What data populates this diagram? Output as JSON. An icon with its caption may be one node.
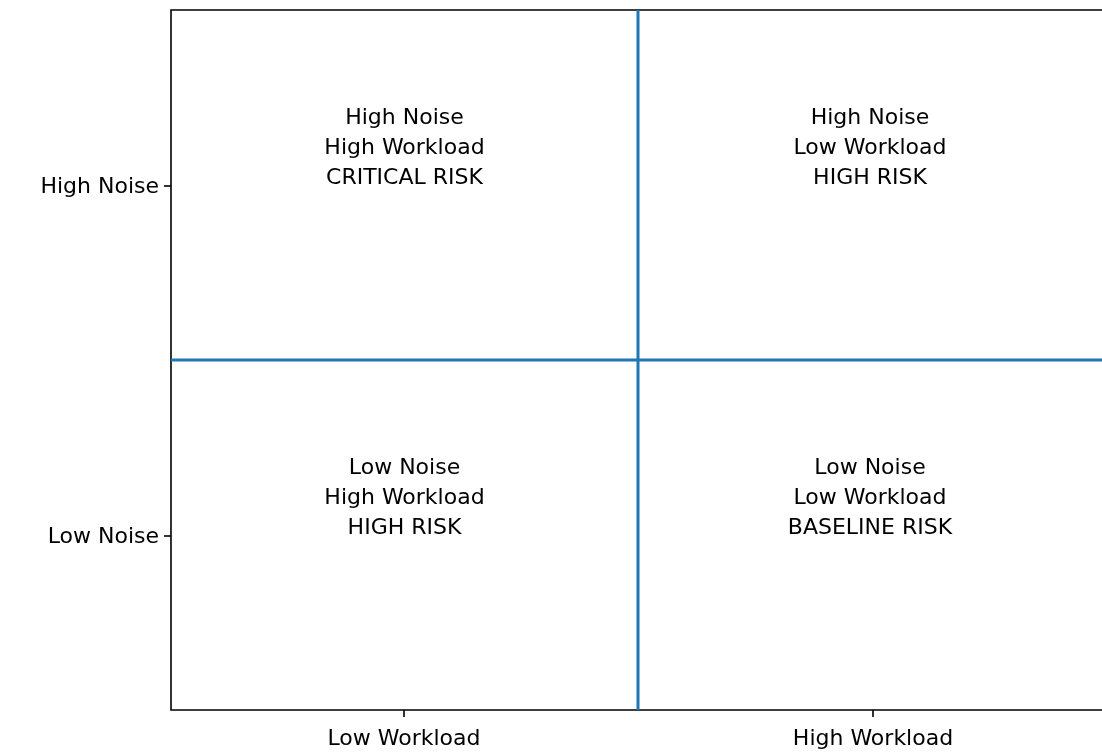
{
  "diagram": {
    "nodes": [
      {
        "text": [
          "High Noise",
          "High Workload",
          "CRITICAL RISK"
        ]
      },
      {
        "text": [
          "High Noise",
          "Low Workload",
          "HIGH RISK"
        ]
      },
      {
        "text": [
          "Low Noise",
          "High Workload",
          "HIGH RISK"
        ]
      },
      {
        "text": [
          "Low Noise",
          "Low Workload",
          "BASELINE RISK"
        ]
      }
    ],
    "labels": [
      "High Noise",
      "Low Noise",
      "Low Workload",
      "High Workload"
    ]
  }
}
